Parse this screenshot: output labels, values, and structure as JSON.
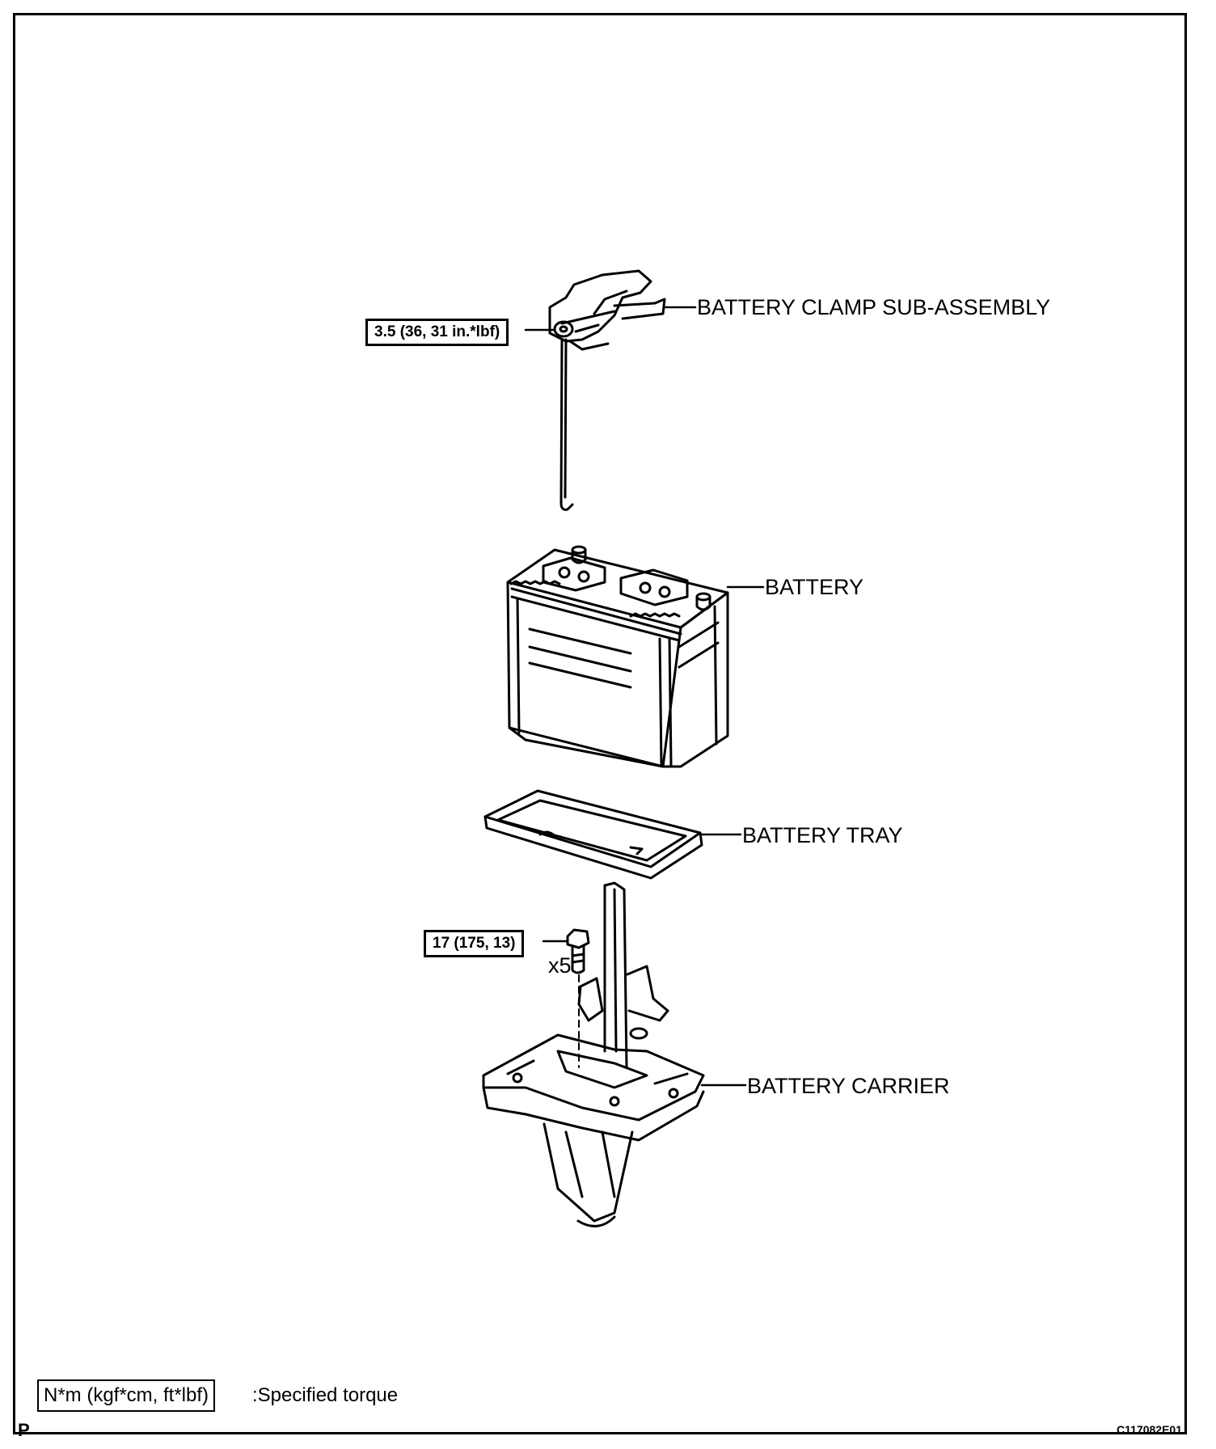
{
  "labels": {
    "clamp": "BATTERY CLAMP SUB-ASSEMBLY",
    "battery": "BATTERY",
    "tray": "BATTERY TRAY",
    "carrier": "BATTERY CARRIER",
    "quantity": "x5"
  },
  "torques": {
    "clamp_nut": "3.5 (36, 31 in.*lbf)",
    "carrier_bolt": "17 (175, 13)"
  },
  "legend": {
    "box": "N*m (kgf*cm, ft*lbf)",
    "text": ":Specified torque"
  },
  "corner": {
    "left": "P",
    "code": "C117082E01"
  }
}
